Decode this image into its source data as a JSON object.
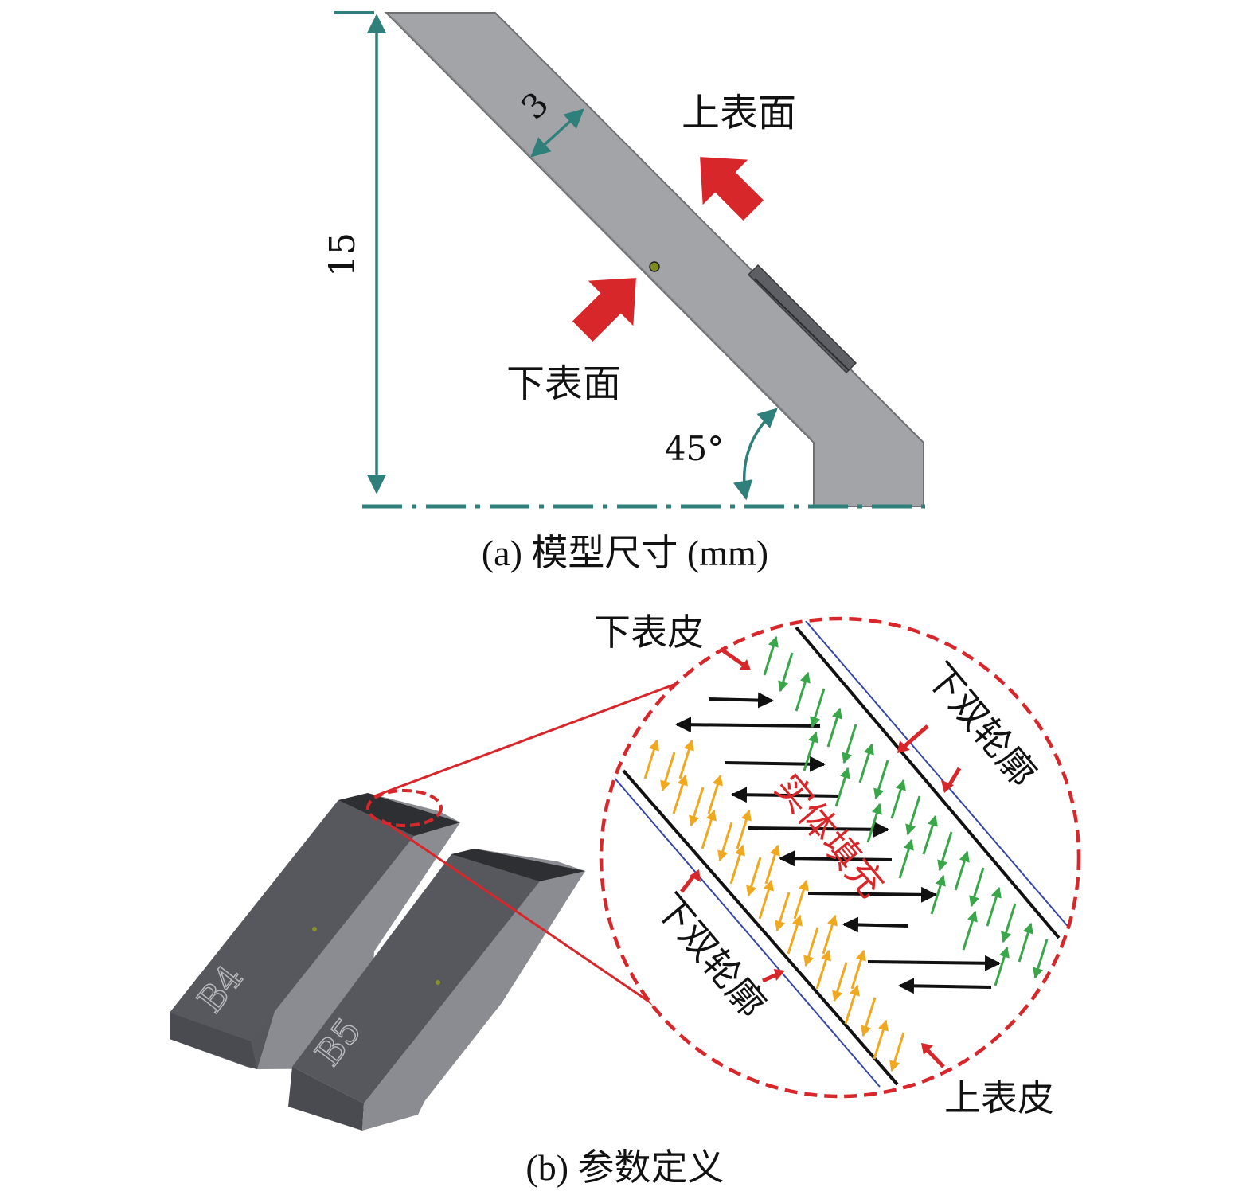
{
  "panel_a": {
    "caption": "(a) 模型尺寸 (mm)",
    "dim_height": "15",
    "dim_thickness": "3",
    "dim_angle": "45°",
    "label_upper_surface": "上表面",
    "label_lower_surface": "下表面"
  },
  "panel_b": {
    "caption": "(b) 参数定义",
    "label_lower_skin": "下表皮",
    "label_upper_skin": "上表皮",
    "label_contour_upper": "下双轮廓",
    "label_contour_lower": "下双轮廓",
    "label_solid_fill": "实体填充",
    "part_labels": [
      "B4",
      "B5"
    ]
  },
  "colors": {
    "dimension": "#2f7f7a",
    "part_gray": "#a3a4a8",
    "highlight_red": "#d8272a",
    "infill_black": "#111111",
    "wall_green": "#3aa64a",
    "wall_orange": "#f0a81f",
    "contour_blue": "#3548a8"
  }
}
